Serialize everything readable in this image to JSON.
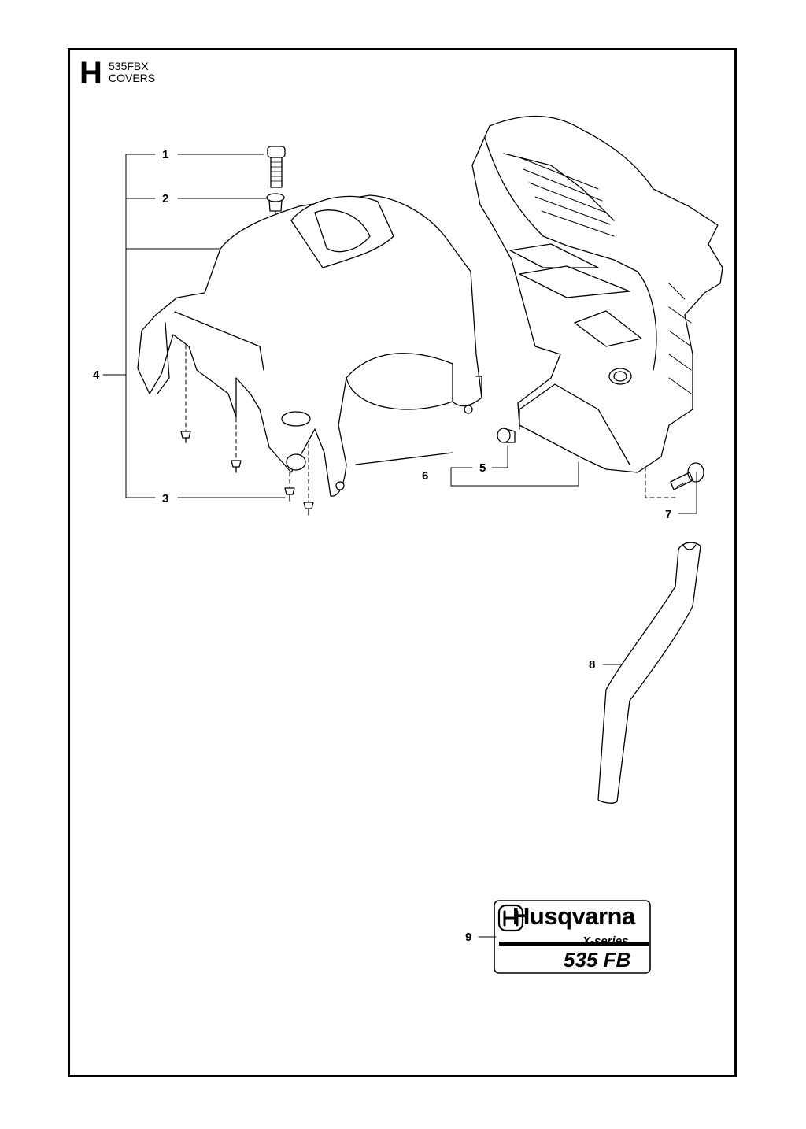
{
  "header": {
    "section_letter": "H",
    "model": "535FBX",
    "title": "COVERS"
  },
  "callouts": [
    "1",
    "2",
    "3",
    "4",
    "5",
    "6",
    "7",
    "8",
    "9"
  ],
  "decal": {
    "brand": "Husqvarna",
    "series": "X-series",
    "model": "535 FB"
  }
}
